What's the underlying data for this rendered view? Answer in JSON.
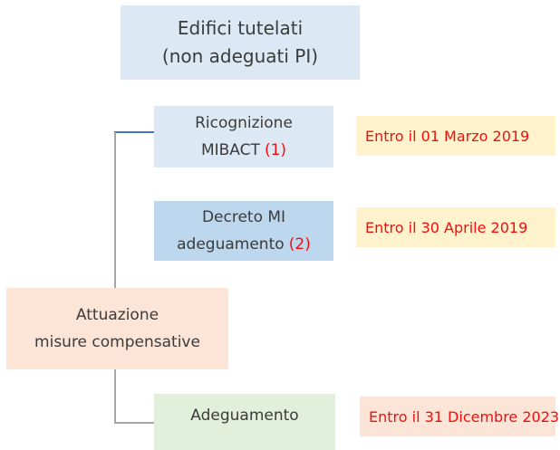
{
  "diagram": {
    "root_box": {
      "line1": "Edifici tutelati",
      "line2": "(non adeguati PI)"
    },
    "steps": [
      {
        "id": "ricognizione",
        "line1": "Ricognizione",
        "line2": "MIBACT",
        "ref": "(1)",
        "deadline": "Entro il 01 Marzo 2019"
      },
      {
        "id": "decreto",
        "line1": "Decreto MI",
        "line2": "adeguamento",
        "ref": "(2)",
        "deadline": "Entro il 30 Aprile 2019"
      },
      {
        "id": "adeguamento",
        "line1": "Adeguamento",
        "deadline": "Entro il 31 Dicembre 2023"
      }
    ],
    "side_box": {
      "line1": "Attuazione",
      "line2": "misure compensative"
    }
  },
  "colors": {
    "light_blue": "#DCE9F5",
    "medium_blue": "#BDD7EE",
    "peach": "#FCE4D6",
    "green": "#E2EFDA",
    "yellow": "#FFF2CC",
    "red": "#F50D0D",
    "text": "#3B3B3B",
    "connector_blue": "#4472C4",
    "connector_gray": "#A6A6A6"
  }
}
